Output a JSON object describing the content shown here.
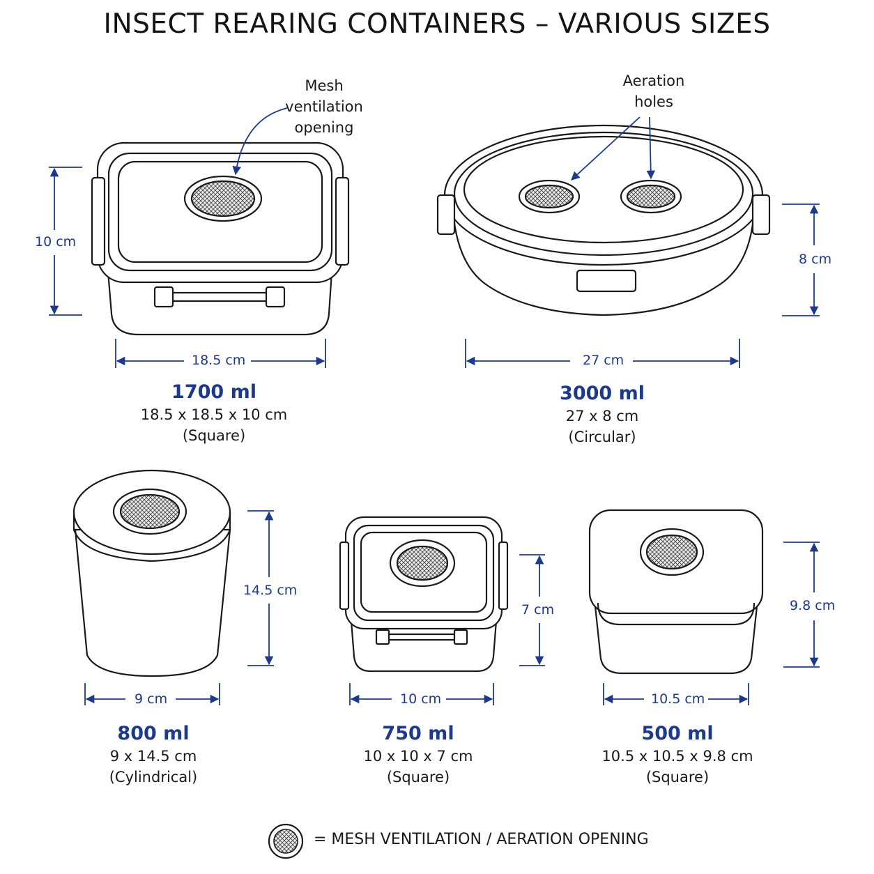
{
  "title": "INSECT REARING CONTAINERS – VARIOUS SIZES",
  "callouts": {
    "mesh": [
      "Mesh",
      "ventilation",
      "opening"
    ],
    "aeration": [
      "Aeration",
      "holes"
    ]
  },
  "containers": [
    {
      "volume": "1700 ml",
      "dimensions": "18.5 x 18.5 x 10 cm",
      "shape": "(Square)",
      "width_label": "18.5 cm",
      "height_label": "10 cm"
    },
    {
      "volume": "3000 ml",
      "dimensions": "27 x 8 cm",
      "shape": "(Circular)",
      "width_label": "27 cm",
      "height_label": "8 cm"
    },
    {
      "volume": "800 ml",
      "dimensions": "9 x 14.5 cm",
      "shape": "(Cylindrical)",
      "width_label": "9 cm",
      "height_label": "14.5 cm"
    },
    {
      "volume": "750 ml",
      "dimensions": "10 x 10 x 7 cm",
      "shape": "(Square)",
      "width_label": "10 cm",
      "height_label": "7 cm"
    },
    {
      "volume": "500 ml",
      "dimensions": "10.5 x 10.5 x 9.8 cm",
      "shape": "(Square)",
      "width_label": "10.5 cm",
      "height_label": "9.8 cm"
    }
  ],
  "legend": {
    "text": "=  MESH VENTILATION / AERATION OPENING"
  },
  "colors": {
    "dimension": "#1d3a8a",
    "outline": "#1a1a1a"
  }
}
